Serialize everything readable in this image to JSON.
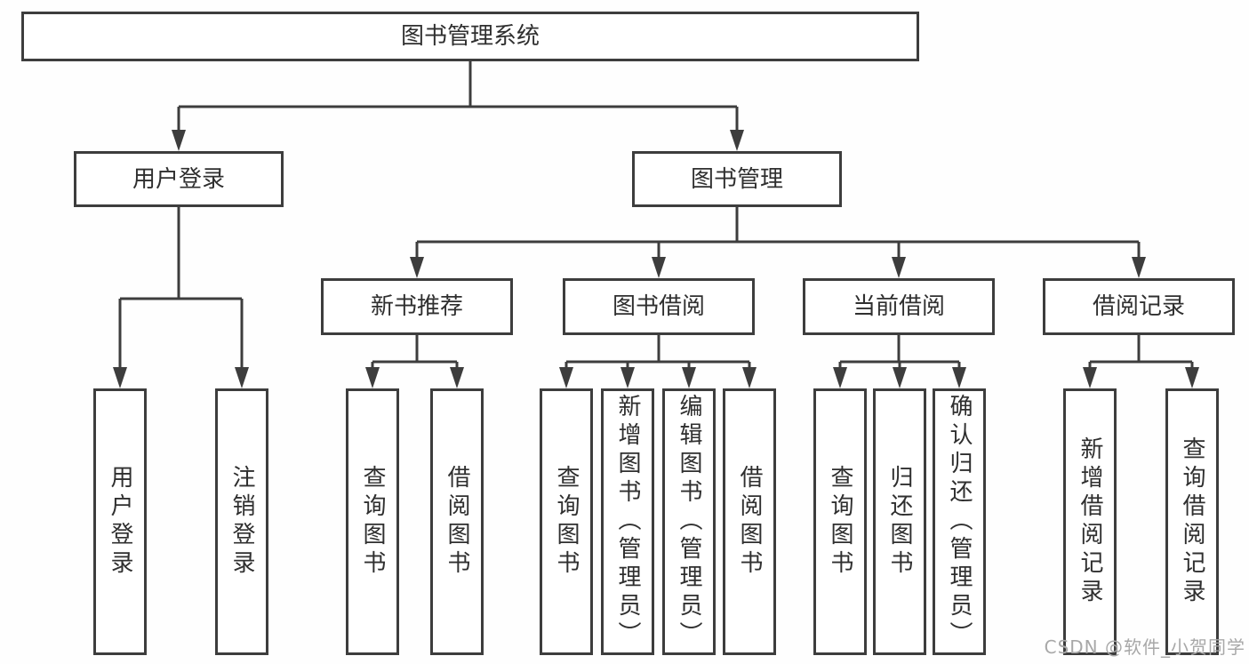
{
  "diagram": {
    "title_node": {
      "label": "图书管理系统"
    },
    "branches": {
      "user_login": {
        "label": "用户登录"
      },
      "book_management": {
        "label": "图书管理"
      }
    },
    "modules": {
      "new_book_recommend": {
        "label": "新书推荐"
      },
      "book_borrow": {
        "label": "图书借阅"
      },
      "current_borrow": {
        "label": "当前借阅"
      },
      "borrow_records": {
        "label": "借阅记录"
      }
    },
    "leaves": {
      "user_login_leaf": {
        "label": "用户登录"
      },
      "logout_leaf": {
        "label": "注销登录"
      },
      "query_books_recommend": {
        "label": "查询图书"
      },
      "borrow_books_recommend": {
        "label": "借阅图书"
      },
      "query_books_borrow": {
        "label": "查询图书"
      },
      "add_books_admin": {
        "label": "新增图书（管理员）"
      },
      "edit_books_admin": {
        "label": "编辑图书（管理员）"
      },
      "borrow_books_borrow": {
        "label": "借阅图书"
      },
      "query_books_current": {
        "label": "查询图书"
      },
      "return_books": {
        "label": "归还图书"
      },
      "confirm_return_admin": {
        "label": "确认归还（管理员）"
      },
      "add_borrow_record": {
        "label": "新增借阅记录"
      },
      "query_borrow_record": {
        "label": "查询借阅记录"
      }
    },
    "watermark": "CSDN @软件_小贺同学",
    "colors": {
      "line": "#3d3d3d",
      "text": "#2f2f2f",
      "watermark": "#a8a8a8",
      "background": "#ffffff"
    }
  }
}
